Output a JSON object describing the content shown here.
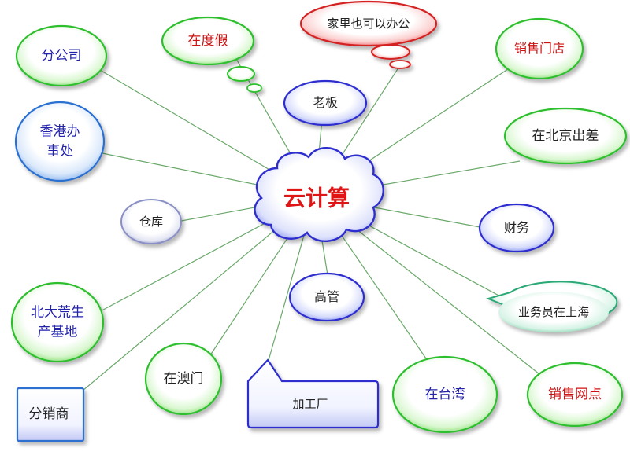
{
  "center": {
    "label": "云计算"
  },
  "nodes": [
    {
      "id": "branch-office",
      "lines": [
        "分公司"
      ],
      "color": "#2222aa"
    },
    {
      "id": "vacation",
      "lines": [
        "在度假"
      ],
      "color": "#cc1111"
    },
    {
      "id": "work-from-home",
      "lines": [
        "家里也可以办公"
      ],
      "color": "#222222"
    },
    {
      "id": "sales-store",
      "lines": [
        "销售门店"
      ],
      "color": "#cc1111"
    },
    {
      "id": "boss",
      "lines": [
        "老板"
      ],
      "color": "#222222"
    },
    {
      "id": "hong-kong-office",
      "lines": [
        "香港办",
        "事处"
      ],
      "color": "#2222aa"
    },
    {
      "id": "beijing-trip",
      "lines": [
        "在北京出差"
      ],
      "color": "#222222"
    },
    {
      "id": "warehouse",
      "lines": [
        "仓库"
      ],
      "color": "#222222"
    },
    {
      "id": "finance",
      "lines": [
        "财务"
      ],
      "color": "#222222"
    },
    {
      "id": "senior-management",
      "lines": [
        "高管"
      ],
      "color": "#222222"
    },
    {
      "id": "salesperson-shanghai",
      "lines": [
        "业务员在上海"
      ],
      "color": "#222222"
    },
    {
      "id": "beidahuang-base",
      "lines": [
        "北大荒生",
        "产基地"
      ],
      "color": "#2222aa"
    },
    {
      "id": "in-macau",
      "lines": [
        "在澳门"
      ],
      "color": "#222222"
    },
    {
      "id": "processing-plant",
      "lines": [
        "加工厂"
      ],
      "color": "#222222"
    },
    {
      "id": "in-taiwan",
      "lines": [
        "在台湾"
      ],
      "color": "#2222aa"
    },
    {
      "id": "sales-outlet",
      "lines": [
        "销售网点"
      ],
      "color": "#cc1111"
    },
    {
      "id": "distributor",
      "lines": [
        "分销商"
      ],
      "color": "#222222"
    }
  ]
}
